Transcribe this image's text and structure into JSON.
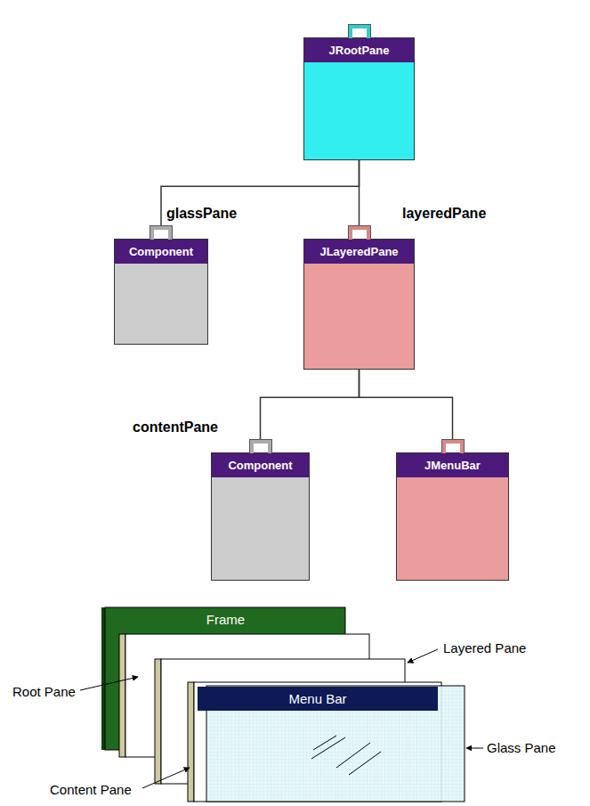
{
  "diagram": {
    "nodes": [
      {
        "text": [
          "JRootPane"
        ]
      },
      {
        "text": [
          "Component",
          "glassPane"
        ]
      },
      {
        "text": [
          "JLayeredPane",
          "layeredPane"
        ]
      },
      {
        "text": [
          "Component",
          "contentPane"
        ]
      },
      {
        "text": [
          "JMenuBar"
        ]
      },
      {
        "text": [
          "Frame"
        ]
      },
      {
        "text": [
          "Menu Bar"
        ]
      }
    ],
    "edges": [
      {
        "from": 0,
        "to": 1,
        "arrow": "none"
      },
      {
        "from": 0,
        "to": 2,
        "arrow": "none"
      },
      {
        "from": 2,
        "to": 3,
        "arrow": "none"
      },
      {
        "from": 2,
        "to": 4,
        "arrow": "none"
      }
    ],
    "labels": [
      "Layered Pane",
      "Root Pane",
      "Content Pane",
      "Glass Pane"
    ]
  }
}
